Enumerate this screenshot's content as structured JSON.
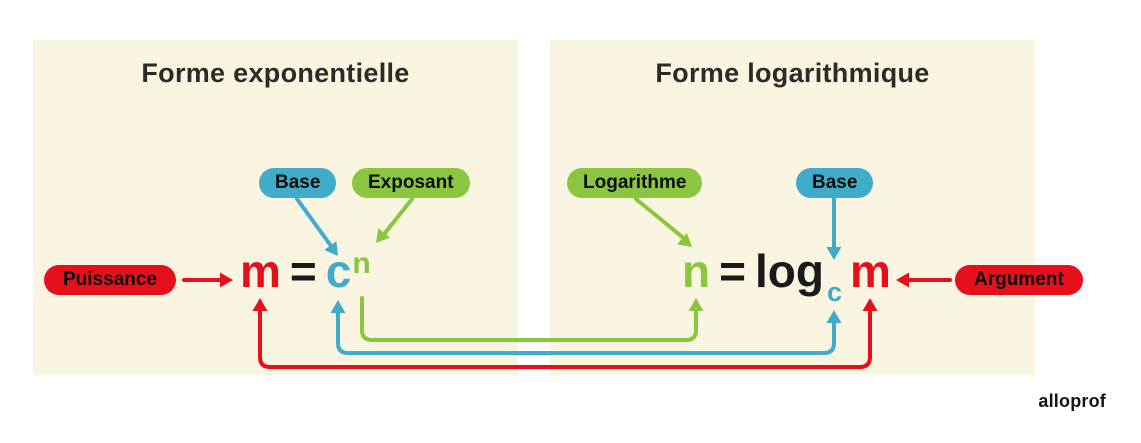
{
  "colors": {
    "panel_background": "#FAF5E1",
    "red": "#E6101C",
    "teal": "#41ABCA",
    "green": "#8AC640",
    "title_text": "#2D2B27"
  },
  "exponential_panel": {
    "title": "Forme exponentielle",
    "base_badge": "Base",
    "exposant_badge": "Exposant",
    "puissance_badge": "Puissance",
    "equation": {
      "power": "m",
      "equals": "=",
      "base": "c",
      "exponent": "n"
    }
  },
  "logarithmic_panel": {
    "title": "Forme logarithmique",
    "logarithme_badge": "Logarithme",
    "base_badge": "Base",
    "argument_badge": "Argument",
    "equation": {
      "result": "n",
      "equals": "=",
      "log": "log",
      "base": "c",
      "argument": "m"
    }
  },
  "footer": {
    "brand": "alloprof"
  }
}
